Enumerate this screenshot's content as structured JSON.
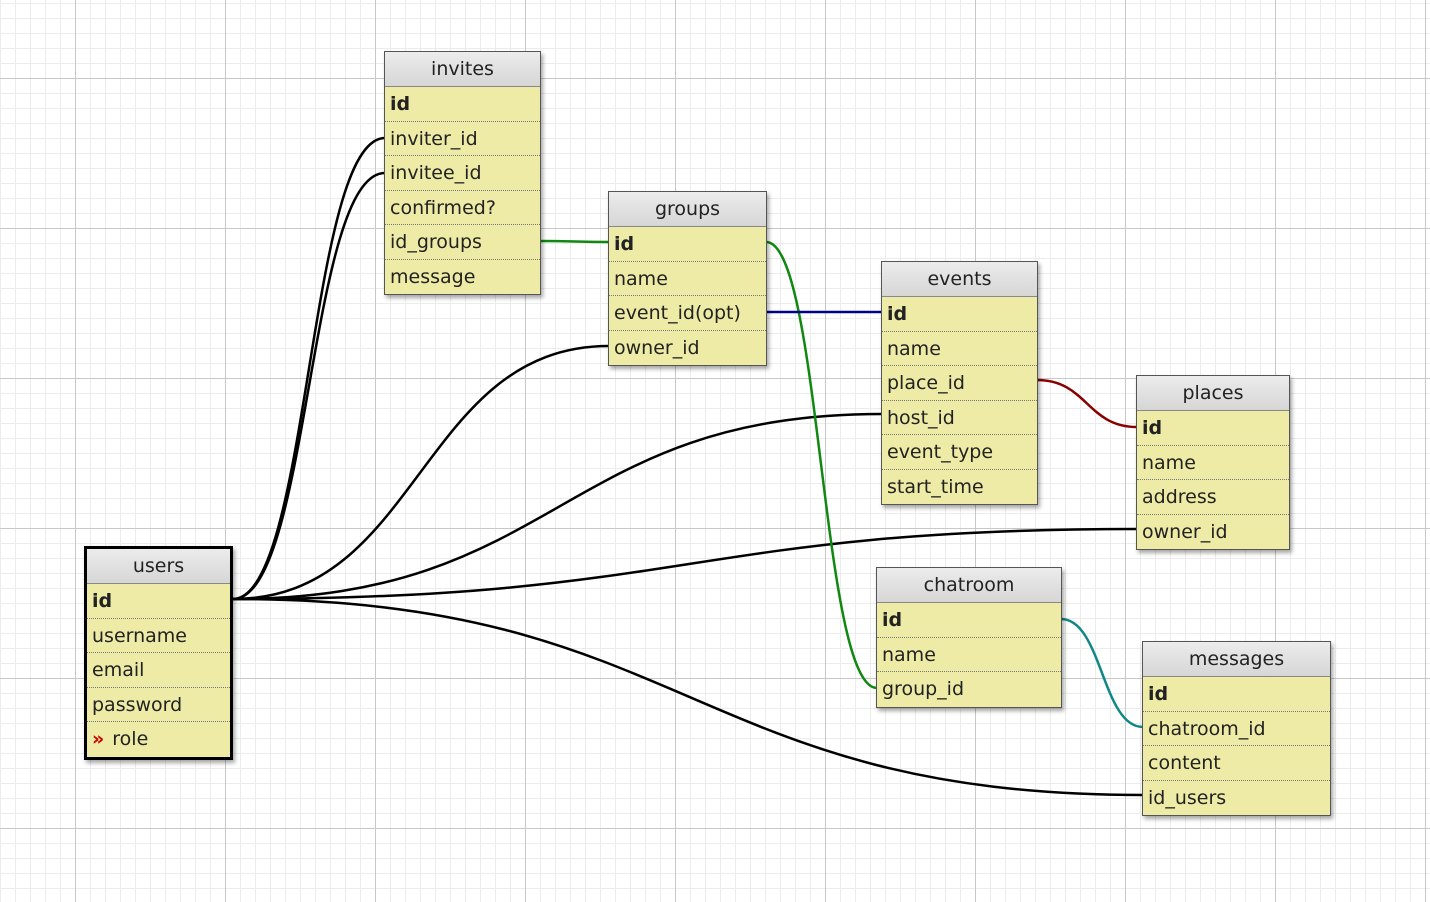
{
  "tables": {
    "invites": {
      "name": "invites",
      "fields": [
        "id",
        "inviter_id",
        "invitee_id",
        "confirmed?",
        "id_groups",
        "message"
      ]
    },
    "groups": {
      "name": "groups",
      "fields": [
        "id",
        "name",
        "event_id(opt)",
        "owner_id"
      ]
    },
    "events": {
      "name": "events",
      "fields": [
        "id",
        "name",
        "place_id",
        "host_id",
        "event_type",
        "start_time"
      ]
    },
    "places": {
      "name": "places",
      "fields": [
        "id",
        "name",
        "address",
        "owner_id"
      ]
    },
    "users": {
      "name": "users",
      "fields": [
        "id",
        "username",
        "email",
        "password",
        "role"
      ],
      "role_marker": "»"
    },
    "chatroom": {
      "name": "chatroom",
      "fields": [
        "id",
        "name",
        "group_id"
      ]
    },
    "messages": {
      "name": "messages",
      "fields": [
        "id",
        "chatroom_id",
        "content",
        "id_users"
      ]
    }
  },
  "relation_colors": {
    "users": "#000000",
    "groups_invites": "#118811",
    "groups_events": "#000088",
    "events_places": "#880000",
    "chatroom_messages": "#118888"
  }
}
